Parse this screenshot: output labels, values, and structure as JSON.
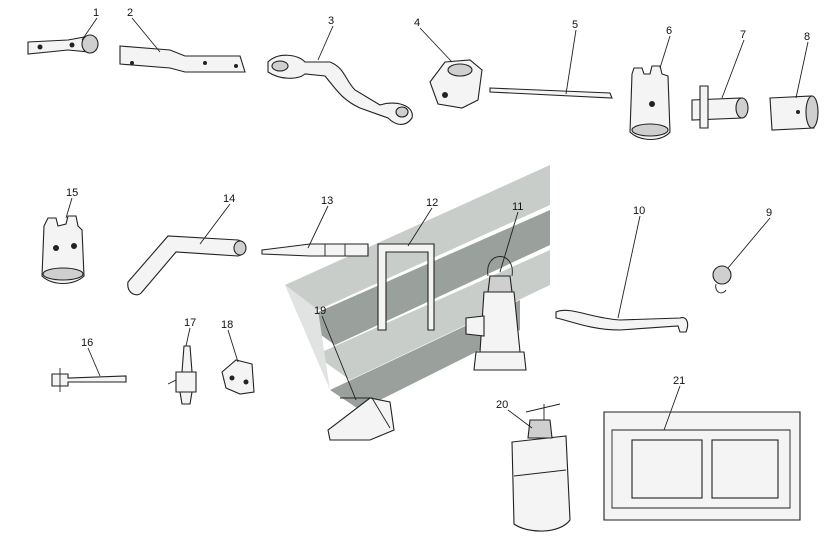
{
  "callouts": [
    {
      "n": "1"
    },
    {
      "n": "2"
    },
    {
      "n": "3"
    },
    {
      "n": "4"
    },
    {
      "n": "5"
    },
    {
      "n": "6"
    },
    {
      "n": "7"
    },
    {
      "n": "8"
    },
    {
      "n": "9"
    },
    {
      "n": "10"
    },
    {
      "n": "11"
    },
    {
      "n": "12"
    },
    {
      "n": "13"
    },
    {
      "n": "14"
    },
    {
      "n": "15"
    },
    {
      "n": "16"
    },
    {
      "n": "17"
    },
    {
      "n": "18"
    },
    {
      "n": "19"
    },
    {
      "n": "20"
    },
    {
      "n": "21"
    }
  ],
  "colors": {
    "watermark_dark": "#9aa09c",
    "watermark_light": "#d2d6d3",
    "line": "#222222"
  }
}
